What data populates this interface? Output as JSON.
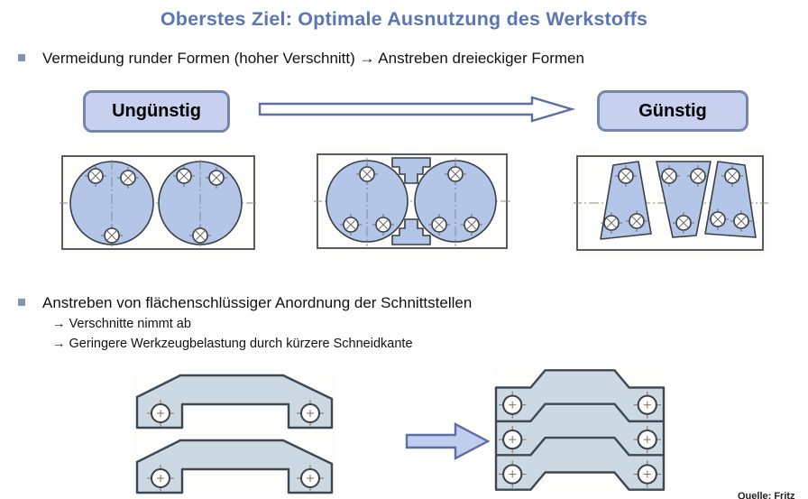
{
  "slide": {
    "title": "Oberstes Ziel: Optimale Ausnutzung des Werkstoffs",
    "bullets": [
      {
        "text": "Vermeidung runder Formen (hoher Verschnitt) → Anstreben dreieckiger Formen",
        "sub": []
      },
      {
        "text": "Anstreben von flächenschlüssiger Anordnung der Schnittstellen",
        "sub": [
          "→ Verschnitte nimmt ab",
          "→ Geringere Werkzeugbelastung durch kürzere Schneidkante"
        ]
      }
    ],
    "labels": {
      "unfavorable": "Ungünstig",
      "favorable": "Günstig"
    },
    "source": "Quelle: Fritz"
  },
  "icons": {
    "bullet": "small-square",
    "top_arrow": "hollow-right-arrow",
    "middle_arrow": "filled-right-arrow"
  },
  "colors": {
    "title": "#5b76b4",
    "text": "#111111",
    "bullet": "#8496ae",
    "button-fill": "#c7d1ef",
    "button-border": "#7585ab",
    "arrow-outline": "#5c6fa4",
    "arrow-fill": "#c0cdee",
    "part-blue": "#b4c6e8",
    "part-gray": "#ccd9e3",
    "line-dark": "#3a3f46",
    "strip-line": "#4a4a4a",
    "centerline": "#8a8a8a",
    "scan-bg": "#fdfdfb"
  }
}
